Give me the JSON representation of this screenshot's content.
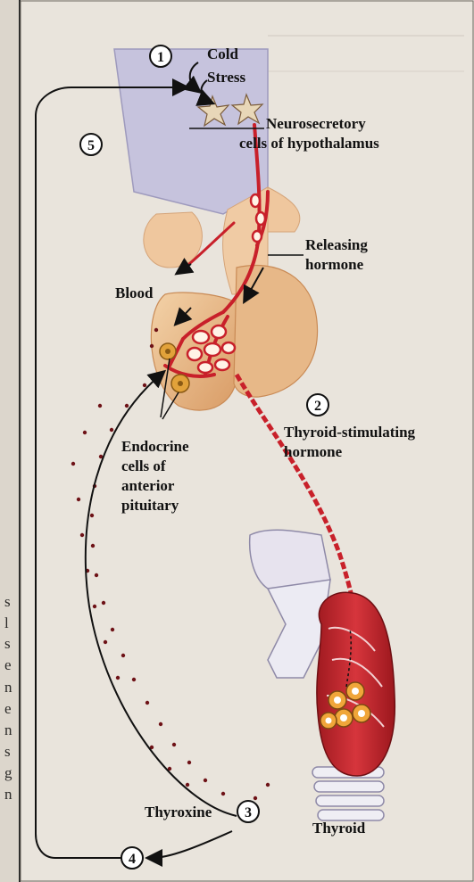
{
  "labels": {
    "cold": "Cold",
    "stress": "Stress",
    "neurosecretory_1": "Neurosecretory",
    "neurosecretory_2": "cells of hypothalamus",
    "releasing_1": "Releasing",
    "releasing_2": "hormone",
    "blood": "Blood",
    "endocrine_1": "Endocrine",
    "endocrine_2": "cells of",
    "endocrine_3": "anterior",
    "endocrine_4": "pituitary",
    "tsh_1": "Thyroid-stimulating",
    "tsh_2": "hormone",
    "thyroxine": "Thyroxine",
    "thyroid": "Thyroid"
  },
  "steps": [
    "1",
    "2",
    "3",
    "4",
    "5"
  ],
  "margin_letters": [
    "s",
    "l",
    "s",
    "e",
    "n",
    "e",
    "n",
    "s",
    "g",
    "n"
  ],
  "colors": {
    "blood_vessel": "#c8202a",
    "pituitary": "#e8b98a",
    "hypothalamus": "#b9b6d4",
    "background": "#e9e4dc"
  }
}
